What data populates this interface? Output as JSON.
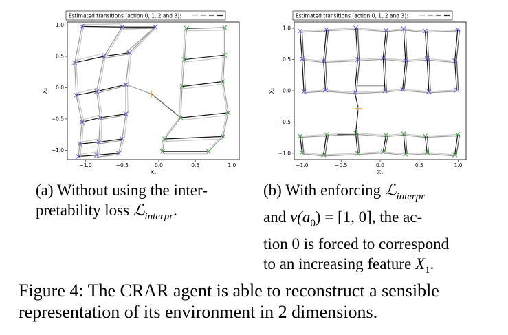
{
  "panels": [
    {
      "legend": "Estimated transitions (action 0, 1, 2 and 3):",
      "xlabel": "X₁",
      "ylabel": "X₂",
      "xticks": [
        "−1.0",
        "−0.5",
        "0.0",
        "0.5",
        "1.0"
      ],
      "yticks": [
        "1.0",
        "0.5",
        "0.0",
        "−0.5",
        "−1.0"
      ]
    },
    {
      "legend": "Estimated transitions (action 0, 1, 2 and 3):",
      "xlabel": "X₁",
      "ylabel": "X₂",
      "xticks": [
        "−1.0",
        "−0.5",
        "0.0",
        "0.5",
        "1.0"
      ],
      "yticks": [
        "1.0",
        "0.5",
        "0.0",
        "−0.5",
        "−1.0"
      ]
    }
  ],
  "chart_data": [
    {
      "type": "scatter",
      "xlabel": "X1",
      "ylabel": "X2",
      "xlim": [
        -1.25,
        1.1
      ],
      "ylim": [
        -1.15,
        1.05
      ],
      "grid": false,
      "legend_position": "top",
      "series": [
        {
          "name": "Estimated transitions (action 0, 1, 2 and 3):",
          "points_left": [
            [
              -1.05,
              0.98
            ],
            [
              -0.5,
              0.97
            ],
            [
              -0.05,
              0.97
            ],
            [
              -1.15,
              0.4
            ],
            [
              -0.75,
              0.5
            ],
            [
              -0.4,
              0.56
            ],
            [
              -1.13,
              -0.12
            ],
            [
              -0.85,
              -0.06
            ],
            [
              -0.45,
              0.05
            ],
            [
              -1.05,
              -0.55
            ],
            [
              -0.8,
              -0.48
            ],
            [
              -0.45,
              -0.42
            ],
            [
              -1.08,
              -0.9
            ],
            [
              -0.82,
              -0.87
            ],
            [
              -0.5,
              -0.82
            ],
            [
              -1.1,
              -1.1
            ],
            [
              -0.85,
              -1.08
            ],
            [
              -0.55,
              -1.05
            ]
          ],
          "points_right": [
            [
              0.38,
              0.95
            ],
            [
              0.9,
              0.96
            ],
            [
              0.35,
              0.45
            ],
            [
              0.9,
              0.52
            ],
            [
              0.32,
              0.02
            ],
            [
              0.88,
              0.1
            ],
            [
              0.3,
              -0.48
            ],
            [
              0.95,
              -0.4
            ],
            [
              0.08,
              -0.82
            ],
            [
              0.88,
              -0.78
            ],
            [
              0.05,
              -1.02
            ],
            [
              0.68,
              -1.02
            ]
          ],
          "center": [
            -0.1,
            -0.1
          ]
        }
      ]
    },
    {
      "type": "scatter",
      "xlabel": "X1",
      "ylabel": "X2",
      "xlim": [
        -1.1,
        1.1
      ],
      "ylim": [
        -1.1,
        1.1
      ],
      "grid": false,
      "legend_position": "top",
      "series": [
        {
          "name": "Estimated transitions (action 0, 1, 2 and 3):",
          "rows_top_y": [
            0.98,
            0.5,
            0.0
          ],
          "rows_bottom_y": [
            -0.7,
            -1.0
          ],
          "columns_x": [
            -1.0,
            -0.7,
            -0.3,
            0.05,
            0.3,
            0.6,
            0.98
          ],
          "center": [
            -0.28,
            -0.28
          ]
        }
      ]
    }
  ],
  "captions": {
    "a_label": "(a) Without using the inter-",
    "a_line2_pre": "pretability loss ",
    "a_loss": "ℒ",
    "a_loss_sub": "interpr",
    "a_line2_post": ".",
    "b_line1_pre": "(b) With enforcing ",
    "b_loss": "ℒ",
    "b_loss_sub": "interpr",
    "b_line2_pre": "and ",
    "b_math": "v(a",
    "b_math_sub": "0",
    "b_math_post": ") = [1, 0], the ac-",
    "b_line3": "tion 0 is forced to correspond",
    "b_line4_pre": "to an increasing feature ",
    "b_feat": "X",
    "b_feat_sub": "1",
    "b_line4_post": ".",
    "figure": "Figure 4: The CRAR agent is able to reconstruct a sensible representation of its environment in 2 dimensions."
  }
}
